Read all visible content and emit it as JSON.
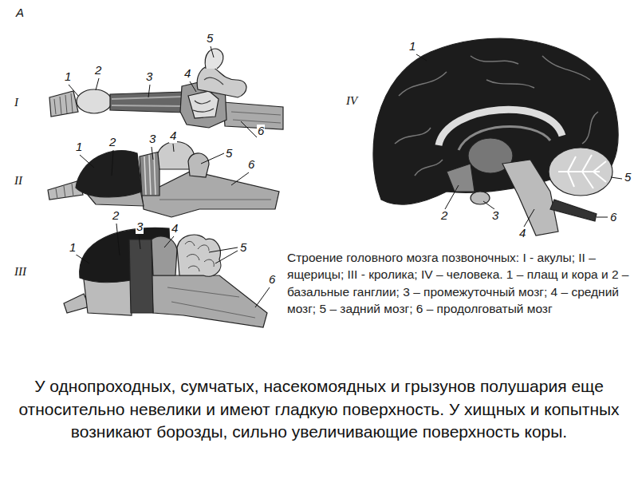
{
  "diagram": {
    "caption": "У однопроходных, сумчатых, насекомоядных и грызунов полушария еще относительно невелики и имеют гладкую поверхность. У хищных и копытных возникают борозды, сильно увеличивающие поверхность коры.",
    "labels": [
      "A",
      "I",
      "5",
      "1",
      "2",
      "3",
      "4",
      "6",
      "II",
      "1",
      "2",
      "3",
      "4",
      "5",
      "6",
      "III",
      "1",
      "2",
      "3",
      "4",
      "5",
      "6",
      "IV",
      "1",
      "5",
      "6",
      "2",
      "3",
      "4",
      "Строение головного мозга позвоночных: I - акулы; II – ящерицы; III - кролика; IV – человека. 1 – плащ и кора и 2 – базальные ганглии; 3 – промежуточный мозг; 4 – средний мозг; 5 – задний мозг; 6 – продолговатый мозг"
    ]
  }
}
